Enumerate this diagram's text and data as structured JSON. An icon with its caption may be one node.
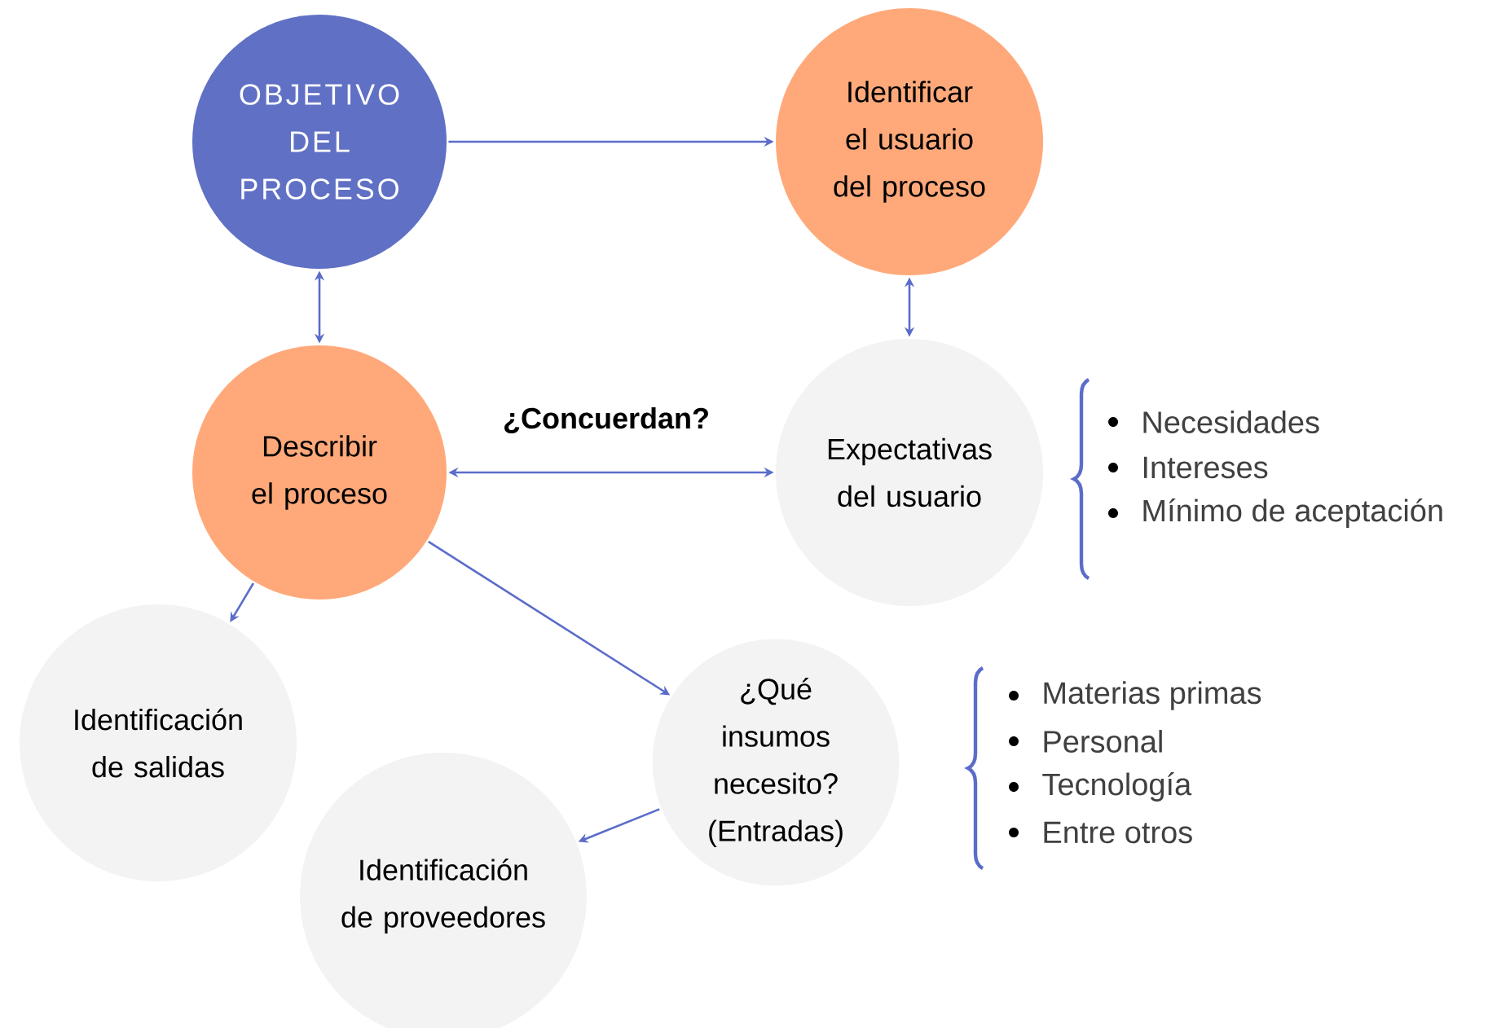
{
  "diagram": {
    "nodes": [
      {
        "text": [
          "OBJETIVO DEL PROCESO"
        ]
      },
      {
        "text": [
          "Identificar el usuario del proceso"
        ]
      },
      {
        "text": [
          "Describir el proceso"
        ]
      },
      {
        "text": [
          "Expectativas del usuario"
        ]
      },
      {
        "text": [
          "Identificación de salidas"
        ]
      },
      {
        "text": [
          "¿Qué insumos necesito? (Entradas)"
        ]
      },
      {
        "text": [
          "Identificación de proveedores"
        ]
      }
    ],
    "edges": [
      {
        "from": 0,
        "to": 1,
        "arrow": "to"
      },
      {
        "from": 0,
        "to": 2,
        "arrow": "both"
      },
      {
        "from": 1,
        "to": 3,
        "arrow": "both"
      },
      {
        "from": 2,
        "to": 3,
        "arrow": "both",
        "label": "¿Concuerdan?"
      },
      {
        "from": 2,
        "to": 4,
        "arrow": "to"
      },
      {
        "from": 2,
        "to": 5,
        "arrow": "to"
      },
      {
        "from": 5,
        "to": 6,
        "arrow": "to"
      }
    ],
    "labels": [
      "Necesidades",
      "Intereses",
      "Mínimo de aceptación",
      "Materias primas",
      "Personal",
      "Tecnología",
      "Entre otros"
    ]
  }
}
